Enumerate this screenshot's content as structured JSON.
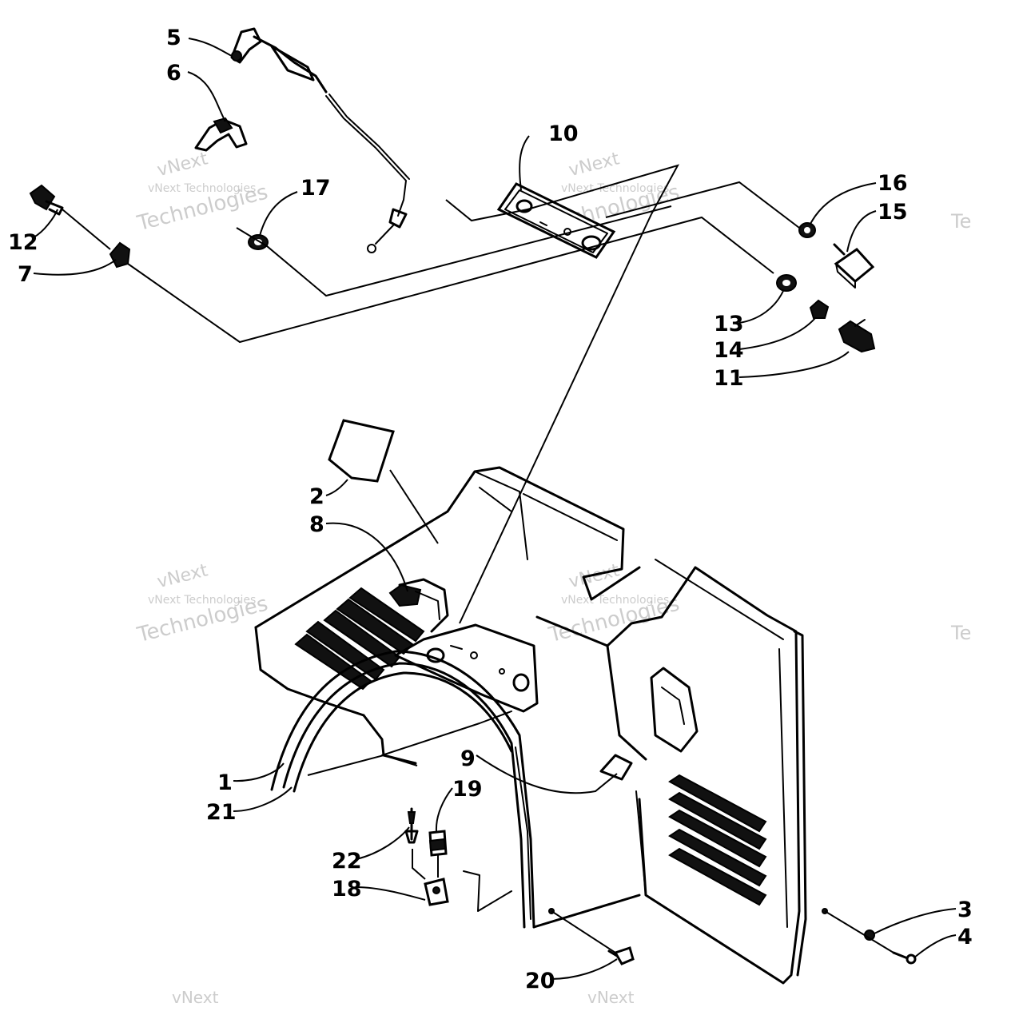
{
  "callouts": [
    {
      "id": "1",
      "label": "1"
    },
    {
      "id": "2",
      "label": "2"
    },
    {
      "id": "3",
      "label": "3"
    },
    {
      "id": "4",
      "label": "4"
    },
    {
      "id": "5",
      "label": "5"
    },
    {
      "id": "6",
      "label": "6"
    },
    {
      "id": "7",
      "label": "7"
    },
    {
      "id": "8",
      "label": "8"
    },
    {
      "id": "9",
      "label": "9"
    },
    {
      "id": "10",
      "label": "10"
    },
    {
      "id": "11",
      "label": "11"
    },
    {
      "id": "12",
      "label": "12"
    },
    {
      "id": "13",
      "label": "13"
    },
    {
      "id": "14",
      "label": "14"
    },
    {
      "id": "15",
      "label": "15"
    },
    {
      "id": "16",
      "label": "16"
    },
    {
      "id": "17",
      "label": "17"
    },
    {
      "id": "18",
      "label": "18"
    },
    {
      "id": "19",
      "label": "19"
    },
    {
      "id": "20",
      "label": "20"
    },
    {
      "id": "21",
      "label": "21"
    },
    {
      "id": "22",
      "label": "22"
    }
  ],
  "watermark": {
    "small": "vNext Technologies",
    "big_top": "vNext",
    "big_bottom": "Technologies",
    "cut": "Te"
  },
  "colors": {
    "ink": "#000000",
    "watermark": "#bcbcbc",
    "background": "#ffffff"
  }
}
